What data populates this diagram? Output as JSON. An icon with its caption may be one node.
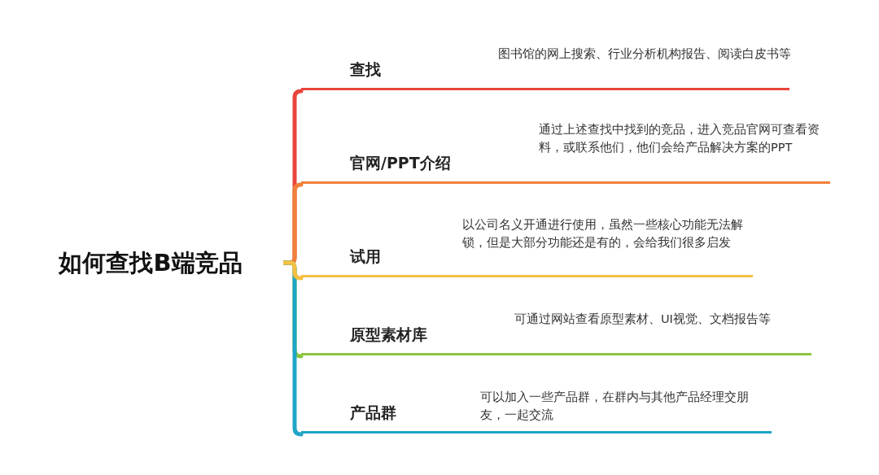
{
  "diagram": {
    "nodes": [
      {
        "text": [
          "如何查找B端竞品"
        ]
      },
      {
        "text": [
          "查找",
          "图书馆的网上搜索、行业分析机构报告、阅读白皮书等"
        ]
      },
      {
        "text": [
          "官网/PPT介绍",
          "通过上述查找中找到的竞品，进入竞品官网可查看资料，或联系他们，他们会给产品解决方案的PPT"
        ]
      },
      {
        "text": [
          "试用",
          "以公司名义开通进行使用，虽然一些核心功能无法解锁，但是大部分功能还是有的，会给我们很多启发"
        ]
      },
      {
        "text": [
          "原型素材库",
          "可通过网站查看原型素材、UI视觉、文档报告等"
        ]
      },
      {
        "text": [
          "产品群",
          "可以加入一些产品群，在群内与其他产品经理交朋友，一起交流"
        ]
      }
    ],
    "edges": [
      {
        "from": 0,
        "to": 1,
        "arrow": "none",
        "color": "#e8453c"
      },
      {
        "from": 0,
        "to": 2,
        "arrow": "none",
        "color": "#f07f3a"
      },
      {
        "from": 0,
        "to": 3,
        "arrow": "none",
        "color": "#f6c142"
      },
      {
        "from": 0,
        "to": 4,
        "arrow": "none",
        "color": "#8cc63f"
      },
      {
        "from": 0,
        "to": 5,
        "arrow": "none",
        "color": "#1fa5c8"
      }
    ]
  }
}
